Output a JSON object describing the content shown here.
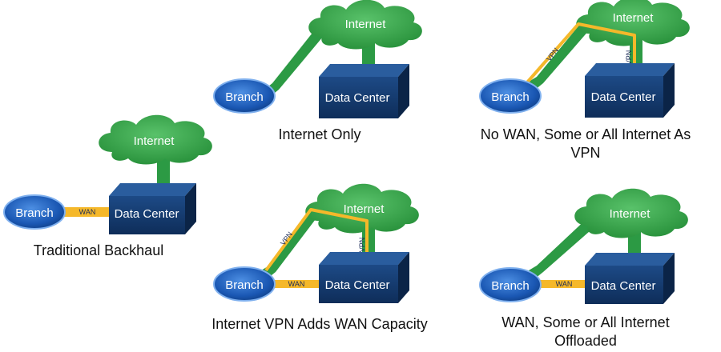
{
  "diagrams": {
    "traditional": {
      "caption": "Traditional Backhaul",
      "internet": "Internet",
      "branch": "Branch",
      "datacenter": "Data Center",
      "wan": "WAN"
    },
    "internet_only": {
      "caption": "Internet Only",
      "internet": "Internet",
      "branch": "Branch",
      "datacenter": "Data Center"
    },
    "no_wan": {
      "caption_line1": "No WAN, Some or All Internet As",
      "caption_line2": "VPN",
      "internet": "Internet",
      "branch": "Branch",
      "datacenter": "Data Center",
      "vpn": "VPN"
    },
    "internet_vpn": {
      "caption": "Internet VPN Adds WAN Capacity",
      "internet": "Internet",
      "branch": "Branch",
      "datacenter": "Data Center",
      "wan": "WAN",
      "vpn": "VPN"
    },
    "offloaded": {
      "caption_line1": "WAN, Some or All Internet",
      "caption_line2": "Offloaded",
      "internet": "Internet",
      "branch": "Branch",
      "datacenter": "Data Center",
      "wan": "WAN"
    }
  },
  "colors": {
    "cloud": "#37a349",
    "link": "#2c9a44",
    "vpn": "#f5b82a",
    "wan": "#f5b82a",
    "box": "#163e74",
    "branch": "#1a57b3"
  }
}
